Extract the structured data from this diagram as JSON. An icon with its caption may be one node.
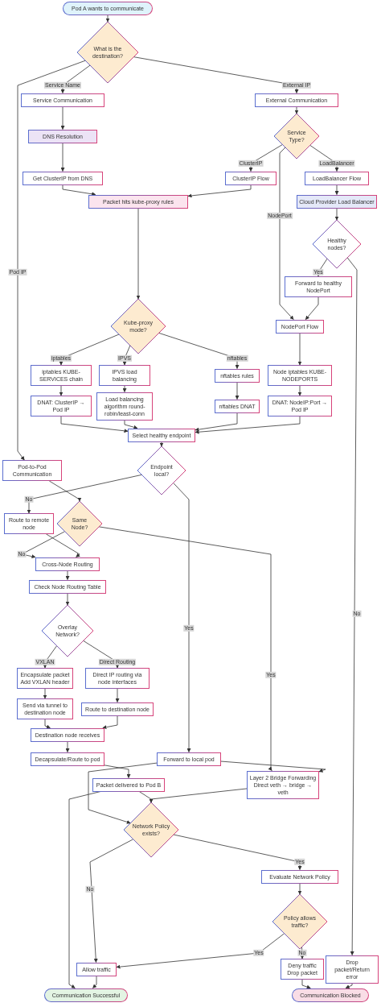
{
  "diagram": {
    "nodes": [
      {
        "text": [
          "Pod A wants to communicate"
        ]
      },
      {
        "text": [
          "What is the destination?"
        ]
      },
      {
        "text": [
          "Service Communication"
        ]
      },
      {
        "text": [
          "DNS Resolution"
        ]
      },
      {
        "text": [
          "Get ClusterIP from DNS"
        ]
      },
      {
        "text": [
          "External Communication"
        ]
      },
      {
        "text": [
          "Service Type?"
        ]
      },
      {
        "text": [
          "ClusterIP Flow"
        ]
      },
      {
        "text": [
          "LoadBalancer Flow"
        ]
      },
      {
        "text": [
          "Packet hits kube-proxy rules"
        ]
      },
      {
        "text": [
          "Cloud Provider Load Balancer"
        ]
      },
      {
        "text": [
          "Healthy nodes?"
        ]
      },
      {
        "text": [
          "Forward to healthy NodePort"
        ]
      },
      {
        "text": [
          "NodePort Flow"
        ]
      },
      {
        "text": [
          "Kube-proxy mode?"
        ]
      },
      {
        "text": [
          "iptables KUBE-SERVICES chain"
        ]
      },
      {
        "text": [
          "IPVS load balancing"
        ]
      },
      {
        "text": [
          "nftables rules"
        ]
      },
      {
        "text": [
          "Node iptables KUBE-NODEPORTS"
        ]
      },
      {
        "text": [
          "DNAT: ClusterIP → Pod IP"
        ]
      },
      {
        "text": [
          "Load balancing algorithm round-robin/least-conn"
        ]
      },
      {
        "text": [
          "nftables DNAT"
        ]
      },
      {
        "text": [
          "DNAT: NodeIP:Port → Pod IP"
        ]
      },
      {
        "text": [
          "Select healthy endpoint"
        ]
      },
      {
        "text": [
          "Pod-to-Pod Communication"
        ]
      },
      {
        "text": [
          "Endpoint local?"
        ]
      },
      {
        "text": [
          "Route to remote node"
        ]
      },
      {
        "text": [
          "Same Node?"
        ]
      },
      {
        "text": [
          "Cross-Node Routing"
        ]
      },
      {
        "text": [
          "Check Node Routing Table"
        ]
      },
      {
        "text": [
          "Overlay Network?"
        ]
      },
      {
        "text": [
          "Encapsulate packet Add VXLAN header"
        ]
      },
      {
        "text": [
          "Direct IP routing via node interfaces"
        ]
      },
      {
        "text": [
          "Send via tunnel to destination node"
        ]
      },
      {
        "text": [
          "Route to destination node"
        ]
      },
      {
        "text": [
          "Destination node receives"
        ]
      },
      {
        "text": [
          "Decapsulate/Route to pod"
        ]
      },
      {
        "text": [
          "Forward to local pod"
        ]
      },
      {
        "text": [
          "Packet delivered to Pod B"
        ]
      },
      {
        "text": [
          "Layer 2 Bridge Forwarding Direct veth → bridge → veth"
        ]
      },
      {
        "text": [
          "Network Policy exists?"
        ]
      },
      {
        "text": [
          "Evaluate Network Policy"
        ]
      },
      {
        "text": [
          "Policy allows traffic?"
        ]
      },
      {
        "text": [
          "Allow traffic"
        ]
      },
      {
        "text": [
          "Deny traffic Drop packet"
        ]
      },
      {
        "text": [
          "Drop packet/Return error"
        ]
      },
      {
        "text": [
          "Communication Successful"
        ]
      },
      {
        "text": [
          "Communication Blocked"
        ]
      }
    ],
    "edges": [
      {
        "from": 0,
        "to": 1,
        "arrow": "to"
      },
      {
        "from": 1,
        "to": 2,
        "arrow": "to",
        "label": "Service Name"
      },
      {
        "from": 1,
        "to": 5,
        "arrow": "to",
        "label": "External IP"
      },
      {
        "from": 1,
        "to": 24,
        "arrow": "to",
        "label": "Pod IP"
      },
      {
        "from": 2,
        "to": 3,
        "arrow": "to"
      },
      {
        "from": 3,
        "to": 4,
        "arrow": "to"
      },
      {
        "from": 4,
        "to": 9,
        "arrow": "to"
      },
      {
        "from": 5,
        "to": 6,
        "arrow": "to"
      },
      {
        "from": 6,
        "to": 7,
        "arrow": "to",
        "label": "ClusterIP"
      },
      {
        "from": 6,
        "to": 8,
        "arrow": "to",
        "label": "LoadBalancer"
      },
      {
        "from": 6,
        "to": 13,
        "arrow": "to",
        "label": "NodePort"
      },
      {
        "from": 7,
        "to": 9,
        "arrow": "to"
      },
      {
        "from": 8,
        "to": 10,
        "arrow": "to"
      },
      {
        "from": 10,
        "to": 11,
        "arrow": "to"
      },
      {
        "from": 11,
        "to": 12,
        "arrow": "to",
        "label": "Yes"
      },
      {
        "from": 11,
        "to": 45,
        "arrow": "to",
        "label": "No"
      },
      {
        "from": 12,
        "to": 13,
        "arrow": "to"
      },
      {
        "from": 9,
        "to": 14,
        "arrow": "to"
      },
      {
        "from": 14,
        "to": 15,
        "arrow": "to",
        "label": "iptables"
      },
      {
        "from": 14,
        "to": 16,
        "arrow": "to",
        "label": "IPVS"
      },
      {
        "from": 14,
        "to": 17,
        "arrow": "to",
        "label": "nftables"
      },
      {
        "from": 13,
        "to": 18,
        "arrow": "to"
      },
      {
        "from": 15,
        "to": 19,
        "arrow": "to"
      },
      {
        "from": 16,
        "to": 20,
        "arrow": "to"
      },
      {
        "from": 17,
        "to": 21,
        "arrow": "to"
      },
      {
        "from": 18,
        "to": 22,
        "arrow": "to"
      },
      {
        "from": 19,
        "to": 23,
        "arrow": "to"
      },
      {
        "from": 20,
        "to": 23,
        "arrow": "to"
      },
      {
        "from": 21,
        "to": 23,
        "arrow": "to"
      },
      {
        "from": 22,
        "to": 23,
        "arrow": "to"
      },
      {
        "from": 23,
        "to": 25,
        "arrow": "to"
      },
      {
        "from": 24,
        "to": 27,
        "arrow": "to"
      },
      {
        "from": 25,
        "to": 26,
        "arrow": "to",
        "label": "No"
      },
      {
        "from": 25,
        "to": 37,
        "arrow": "to",
        "label": "Yes"
      },
      {
        "from": 26,
        "to": 28,
        "arrow": "to"
      },
      {
        "from": 27,
        "to": 28,
        "arrow": "to",
        "label": "No"
      },
      {
        "from": 27,
        "to": 39,
        "arrow": "to",
        "label": "Yes"
      },
      {
        "from": 28,
        "to": 29,
        "arrow": "to"
      },
      {
        "from": 29,
        "to": 30,
        "arrow": "to"
      },
      {
        "from": 30,
        "to": 31,
        "arrow": "to",
        "label": "VXLAN"
      },
      {
        "from": 30,
        "to": 32,
        "arrow": "to",
        "label": "Direct Routing"
      },
      {
        "from": 31,
        "to": 33,
        "arrow": "to"
      },
      {
        "from": 32,
        "to": 34,
        "arrow": "to"
      },
      {
        "from": 33,
        "to": 35,
        "arrow": "to"
      },
      {
        "from": 34,
        "to": 35,
        "arrow": "to"
      },
      {
        "from": 35,
        "to": 36,
        "arrow": "to"
      },
      {
        "from": 36,
        "to": 38,
        "arrow": "to"
      },
      {
        "from": 37,
        "to": 40,
        "arrow": "to"
      },
      {
        "from": 37,
        "to": 39,
        "arrow": "to"
      },
      {
        "from": 38,
        "to": 40,
        "arrow": "to"
      },
      {
        "from": 39,
        "to": 40,
        "arrow": "to"
      },
      {
        "from": 38,
        "to": 46,
        "arrow": "to"
      },
      {
        "from": 40,
        "to": 43,
        "arrow": "to",
        "label": "No"
      },
      {
        "from": 40,
        "to": 41,
        "arrow": "to",
        "label": "Yes"
      },
      {
        "from": 41,
        "to": 42,
        "arrow": "to"
      },
      {
        "from": 42,
        "to": 43,
        "arrow": "to",
        "label": "Yes"
      },
      {
        "from": 42,
        "to": 44,
        "arrow": "to",
        "label": "No"
      },
      {
        "from": 43,
        "to": 46,
        "arrow": "to"
      },
      {
        "from": 44,
        "to": 47,
        "arrow": "to"
      },
      {
        "from": 45,
        "to": 47,
        "arrow": "to"
      }
    ]
  }
}
